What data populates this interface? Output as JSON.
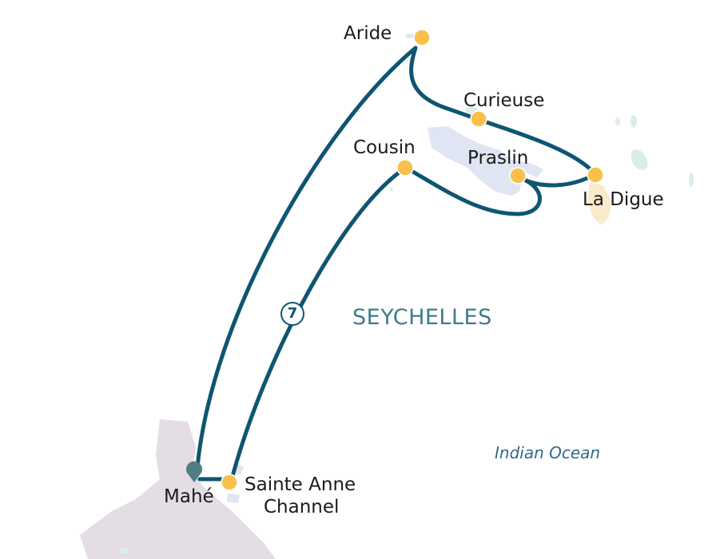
{
  "region": "SEYCHELLES",
  "ocean": "Indian Ocean",
  "duration_badge": "7",
  "colors": {
    "route": "#0e5572",
    "stop": "#f9c04d",
    "start_pin": "#4f7f83",
    "land_mahe": "#e4dde4",
    "land_praslin": "#dfe5f2",
    "land_ladigue": "#fbe9cc",
    "islets": "#dcecec"
  },
  "stops": [
    {
      "name": "Mahé",
      "type": "start"
    },
    {
      "name": "Aride",
      "type": "stop"
    },
    {
      "name": "Curieuse",
      "type": "stop"
    },
    {
      "name": "La Digue",
      "type": "stop"
    },
    {
      "name": "Praslin",
      "type": "stop"
    },
    {
      "name": "Cousin",
      "type": "stop"
    },
    {
      "name": "Sainte Anne Channel",
      "type": "stop",
      "lines": [
        "Sainte Anne",
        "Channel"
      ]
    }
  ]
}
